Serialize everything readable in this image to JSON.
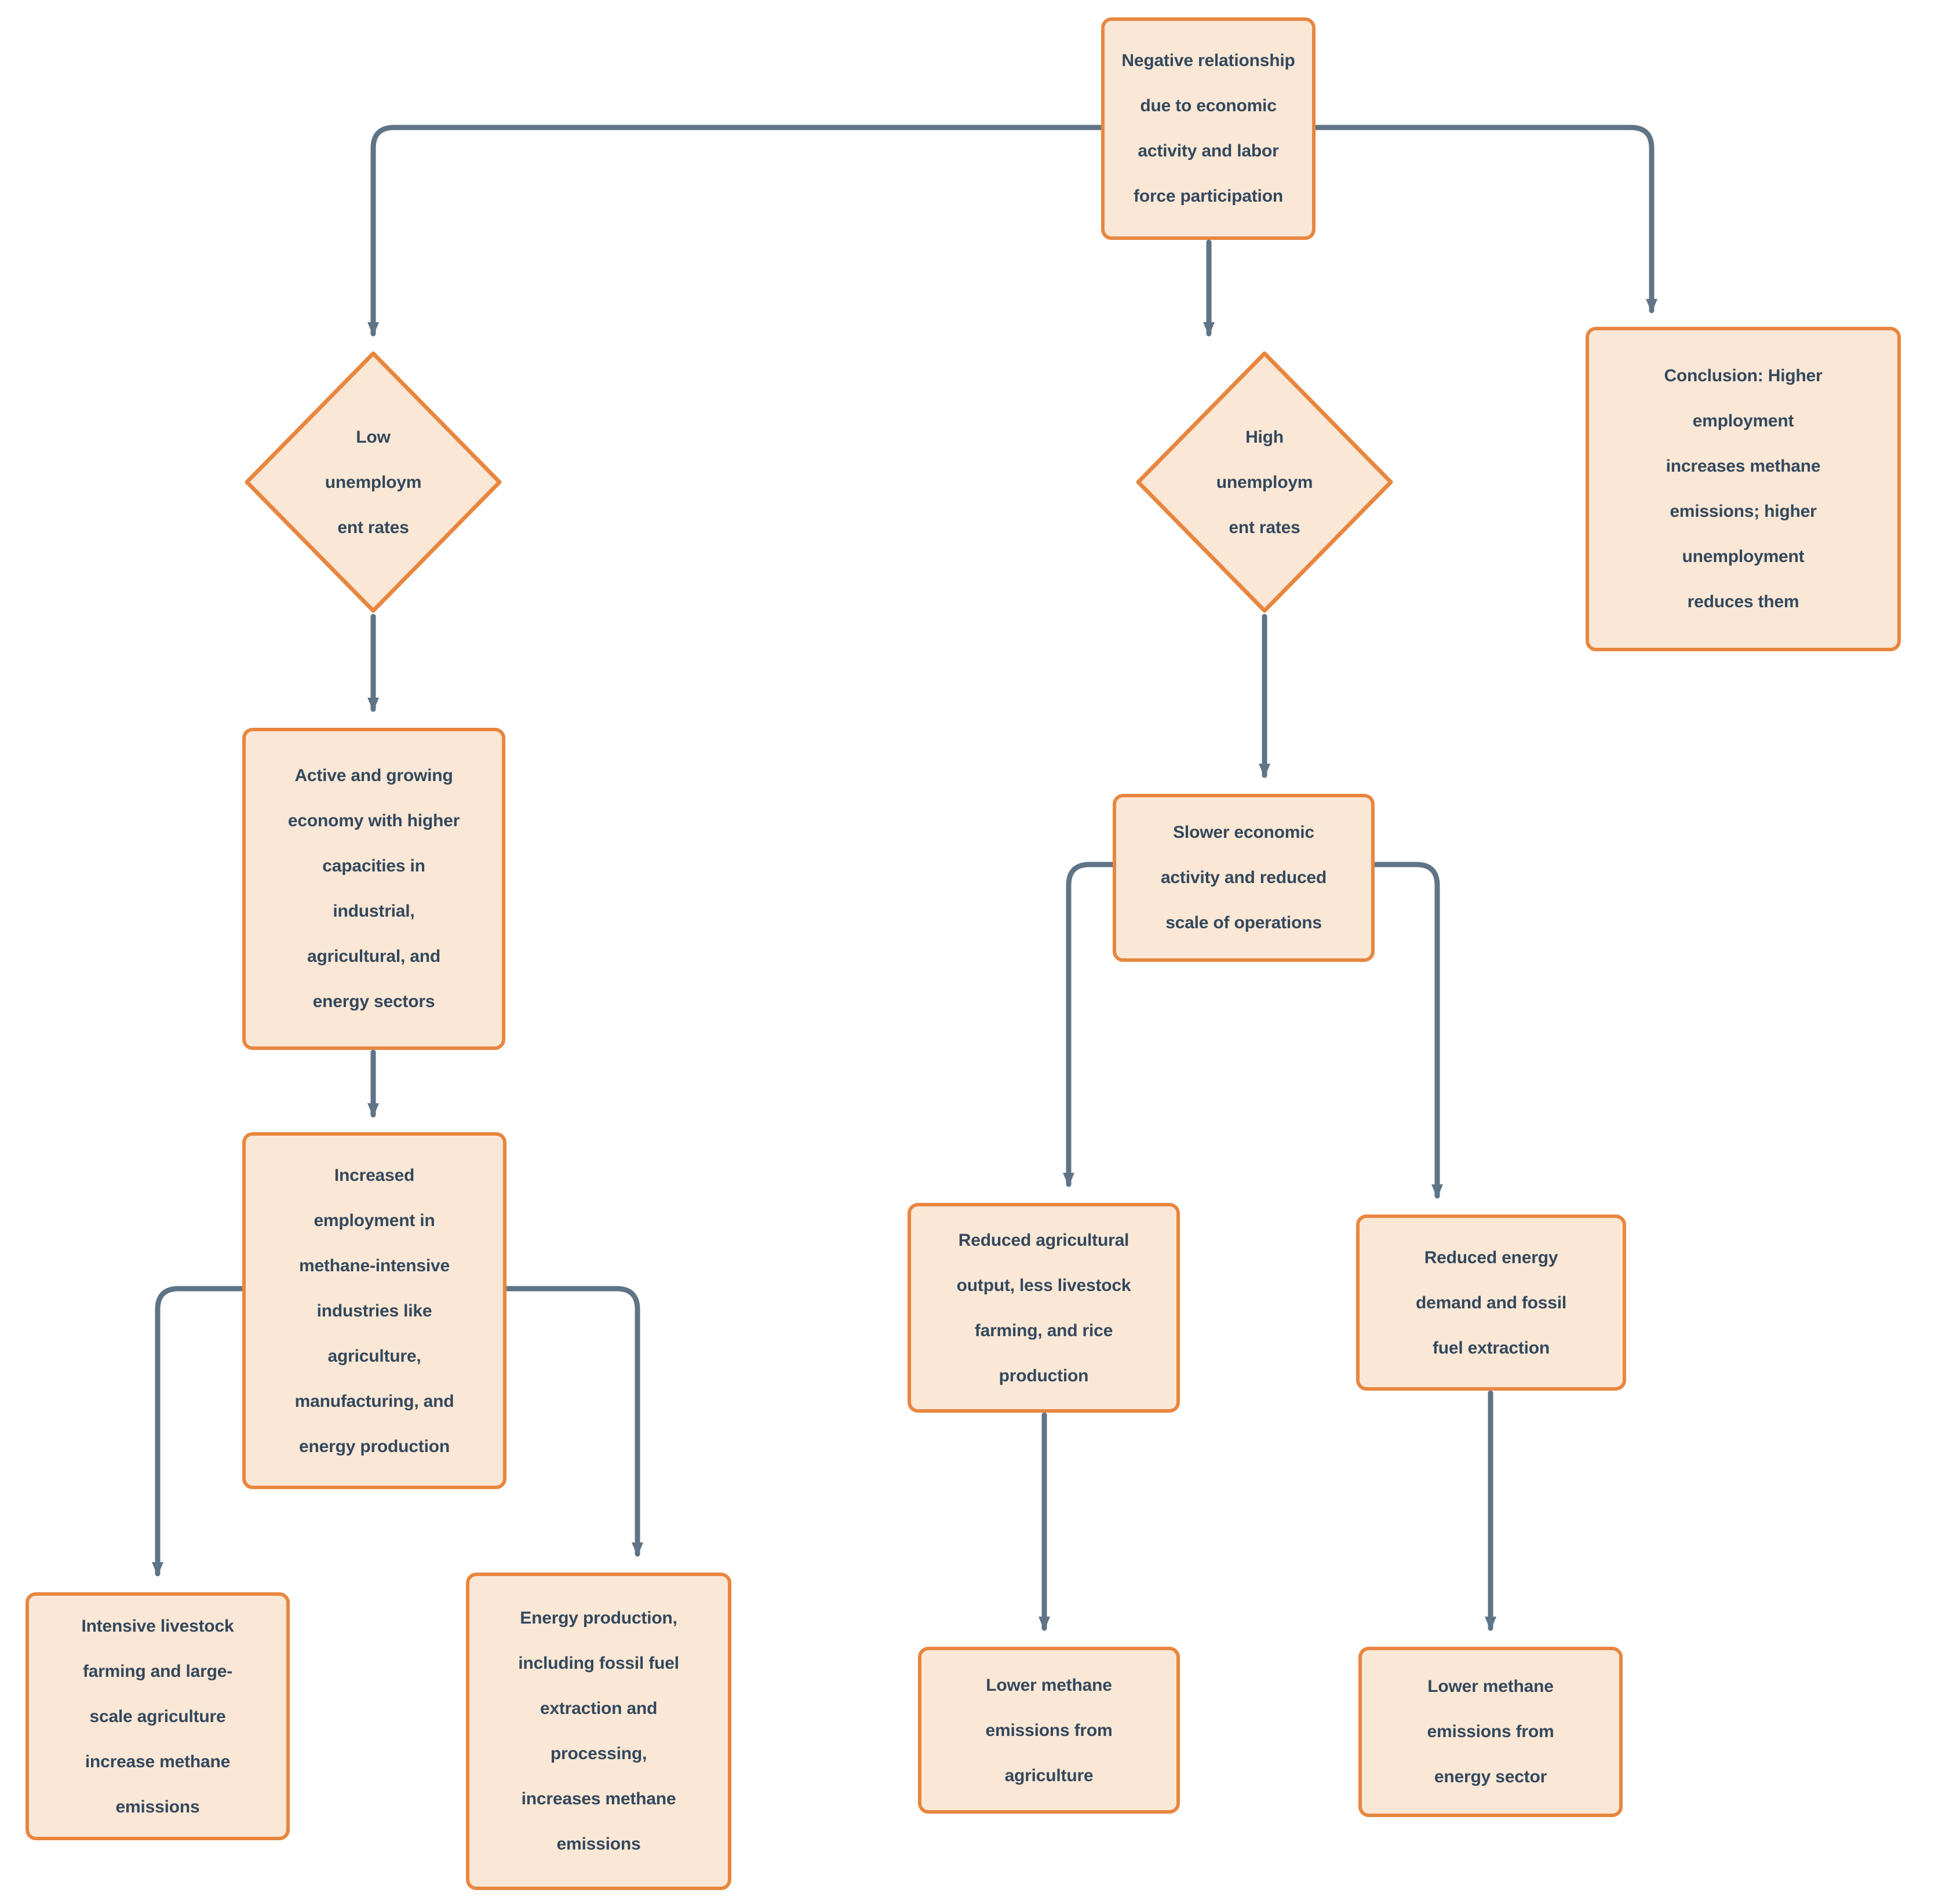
{
  "diagram": {
    "type": "flowchart",
    "colors": {
      "node_fill": "#FAE7D6",
      "node_border": "#E8863F",
      "arrow": "#5F7486",
      "text": "#33485C",
      "background": "#FFFFFF"
    },
    "nodes": {
      "root": {
        "shape": "rectangle",
        "label": "Negative relationship\ndue to economic\nactivity and labor\nforce participation"
      },
      "low_unemployment": {
        "shape": "diamond",
        "label": "Low\nunemploym\nent rates"
      },
      "high_unemployment": {
        "shape": "diamond",
        "label": "High\nunemploym\nent rates"
      },
      "conclusion": {
        "shape": "rectangle",
        "label": "Conclusion: Higher\nemployment\nincreases methane\nemissions; higher\nunemployment\nreduces them"
      },
      "active_economy": {
        "shape": "rectangle",
        "label": "Active and growing\neconomy with higher\ncapacities in\nindustrial,\nagricultural, and\nenergy sectors"
      },
      "increased_employment": {
        "shape": "rectangle",
        "label": "Increased\nemployment in\nmethane-intensive\nindustries like\nagriculture,\nmanufacturing, and\nenergy production"
      },
      "livestock_farming": {
        "shape": "rectangle",
        "label": "Intensive livestock\nfarming and large-\nscale agriculture\nincrease methane\nemissions"
      },
      "energy_production": {
        "shape": "rectangle",
        "label": "Energy production,\nincluding fossil fuel\nextraction and\nprocessing,\nincreases methane\nemissions"
      },
      "slower_activity": {
        "shape": "rectangle",
        "label": "Slower economic\nactivity and reduced\nscale of operations"
      },
      "reduced_agriculture": {
        "shape": "rectangle",
        "label": "Reduced agricultural\noutput, less livestock\nfarming, and rice\nproduction"
      },
      "reduced_energy": {
        "shape": "rectangle",
        "label": "Reduced energy\ndemand and fossil\nfuel extraction"
      },
      "lower_agriculture_emissions": {
        "shape": "rectangle",
        "label": "Lower methane\nemissions from\nagriculture"
      },
      "lower_energy_emissions": {
        "shape": "rectangle",
        "label": "Lower methane\nemissions from\nenergy sector"
      }
    },
    "edges": [
      {
        "from": "root",
        "to": "low_unemployment"
      },
      {
        "from": "root",
        "to": "high_unemployment"
      },
      {
        "from": "root",
        "to": "conclusion"
      },
      {
        "from": "low_unemployment",
        "to": "active_economy"
      },
      {
        "from": "active_economy",
        "to": "increased_employment"
      },
      {
        "from": "increased_employment",
        "to": "livestock_farming"
      },
      {
        "from": "increased_employment",
        "to": "energy_production"
      },
      {
        "from": "high_unemployment",
        "to": "slower_activity"
      },
      {
        "from": "slower_activity",
        "to": "reduced_agriculture"
      },
      {
        "from": "slower_activity",
        "to": "reduced_energy"
      },
      {
        "from": "reduced_agriculture",
        "to": "lower_agriculture_emissions"
      },
      {
        "from": "reduced_energy",
        "to": "lower_energy_emissions"
      }
    ]
  }
}
